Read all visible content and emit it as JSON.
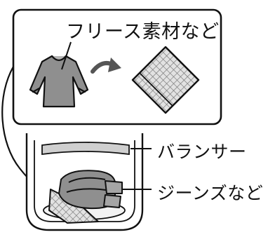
{
  "labels": {
    "fleece_materials": "フリース素材など",
    "balancer": "バランサー",
    "jeans": "ジーンズなど"
  },
  "icons": {
    "shirt": "long-sleeve-shirt-icon",
    "arrow": "curved-arrow-icon",
    "laundry_net": "laundry-net-icon",
    "washing_tub": "washing-tub-icon"
  },
  "colors": {
    "line": "#111111",
    "garment_fill": "#8f8f8f",
    "garment_light": "#b5b5b5",
    "net_fill": "#d9d9d9",
    "background": "#ffffff"
  }
}
